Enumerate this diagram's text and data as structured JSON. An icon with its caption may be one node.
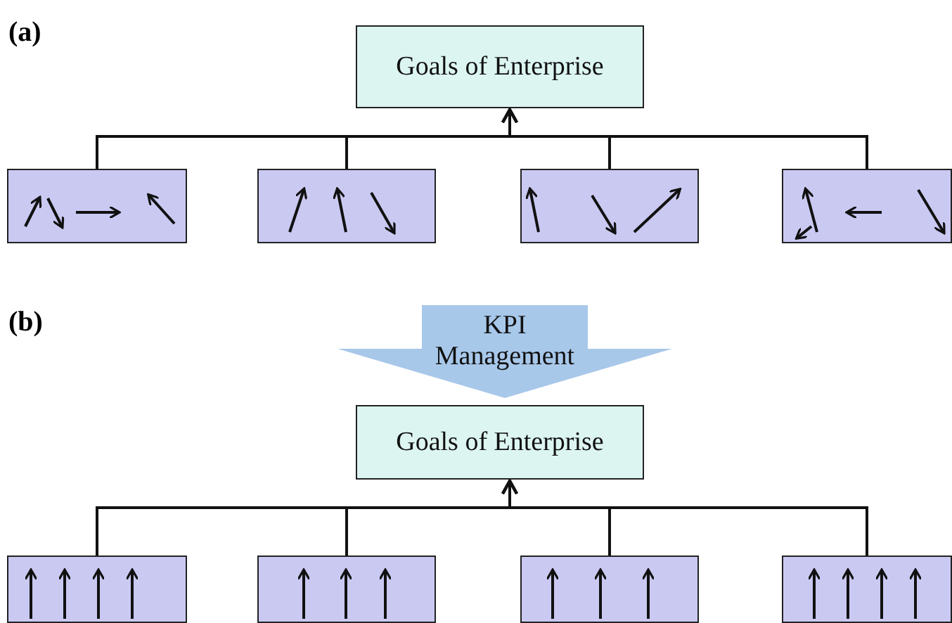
{
  "diagram": {
    "nodes": [
      {
        "text": [
          "Goals of Enterprise"
        ]
      },
      {
        "text": [],
        "shape": "box"
      },
      {
        "text": [],
        "shape": "box"
      },
      {
        "text": [],
        "shape": "box"
      },
      {
        "text": [],
        "shape": "box"
      },
      {
        "text": [
          "KPI Management"
        ]
      },
      {
        "text": [
          "Goals of Enterprise"
        ]
      },
      {
        "text": [],
        "shape": "box"
      },
      {
        "text": [],
        "shape": "box"
      },
      {
        "text": [],
        "shape": "box"
      },
      {
        "text": [],
        "shape": "box"
      }
    ],
    "edges": [
      {
        "from": 1,
        "to": 0,
        "arrow": "to"
      },
      {
        "from": 2,
        "to": 0,
        "arrow": "to"
      },
      {
        "from": 3,
        "to": 0,
        "arrow": "to"
      },
      {
        "from": 4,
        "to": 0,
        "arrow": "to"
      },
      {
        "from": 7,
        "to": 6,
        "arrow": "to"
      },
      {
        "from": 8,
        "to": 6,
        "arrow": "to"
      },
      {
        "from": 9,
        "to": 6,
        "arrow": "to"
      },
      {
        "from": 10,
        "to": 6,
        "arrow": "to"
      }
    ],
    "labels": [
      "(a)",
      "(b)"
    ]
  }
}
